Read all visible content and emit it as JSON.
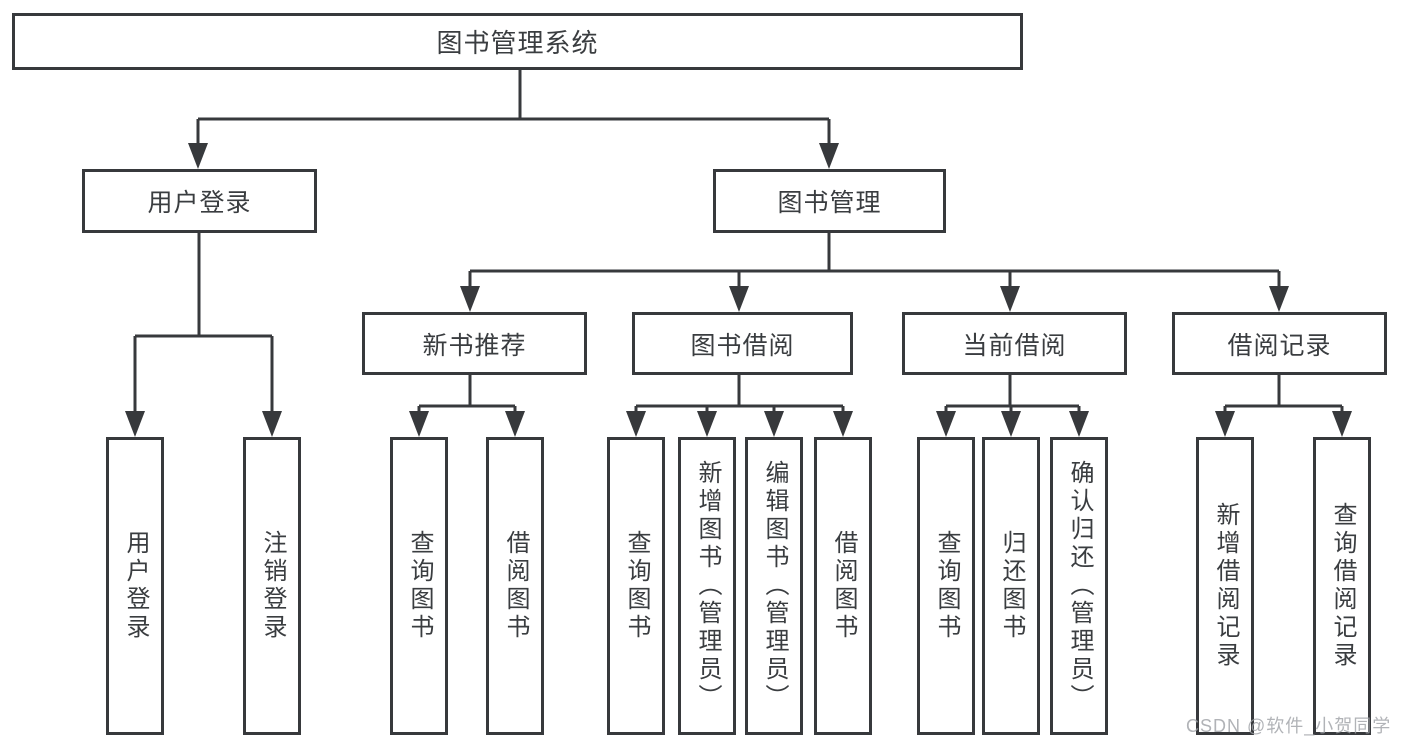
{
  "tree": {
    "root": {
      "label": "图书管理系统"
    },
    "branches": [
      {
        "label": "用户登录",
        "children": [
          {
            "label": "用户登录"
          },
          {
            "label": "注销登录"
          }
        ]
      },
      {
        "label": "图书管理",
        "children": [
          {
            "label": "新书推荐",
            "children": [
              {
                "label": "查询图书"
              },
              {
                "label": "借阅图书"
              }
            ]
          },
          {
            "label": "图书借阅",
            "children": [
              {
                "label": "查询图书"
              },
              {
                "label": "新增图书（管理员）"
              },
              {
                "label": "编辑图书（管理员）"
              },
              {
                "label": "借阅图书"
              }
            ]
          },
          {
            "label": "当前借阅",
            "children": [
              {
                "label": "查询图书"
              },
              {
                "label": "归还图书"
              },
              {
                "label": "确认归还（管理员）"
              }
            ]
          },
          {
            "label": "借阅记录",
            "children": [
              {
                "label": "新增借阅记录"
              },
              {
                "label": "查询借阅记录"
              }
            ]
          }
        ]
      }
    ]
  },
  "watermark": {
    "text": "CSDN @软件_小贺同学"
  },
  "colors": {
    "line": "#37393c",
    "text": "#3a3d40",
    "background": "#ffffff",
    "watermark": "#9ea1a6"
  }
}
